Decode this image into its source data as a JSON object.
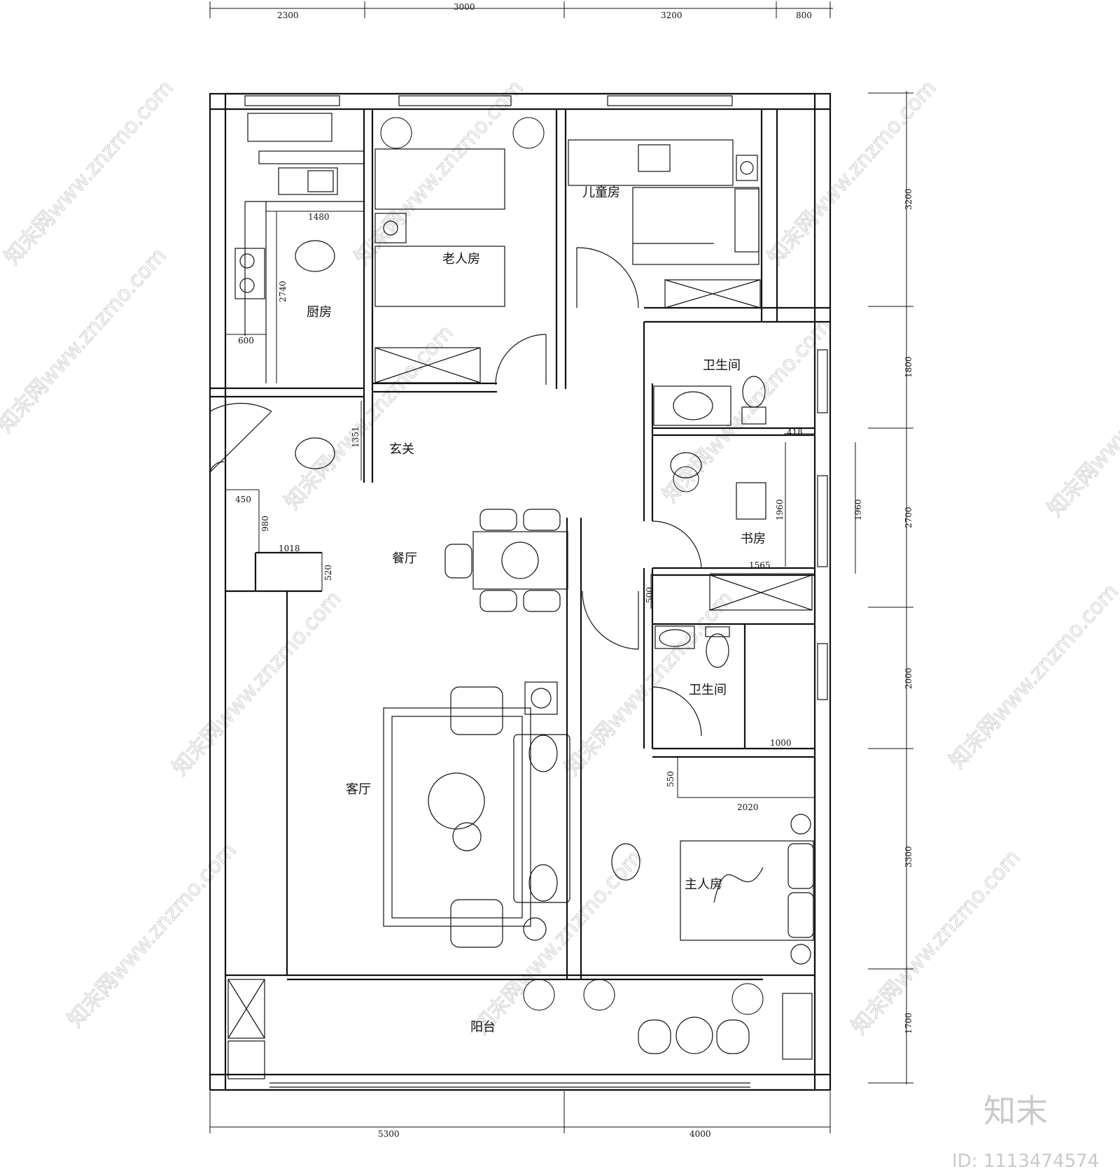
{
  "rooms": {
    "kitchen": "厨房",
    "elder_room": "老人房",
    "kids_room": "儿童房",
    "bathroom_top": "卫生间",
    "entry": "玄关",
    "study": "书房",
    "dining": "餐厅",
    "bathroom_mid": "卫生间",
    "living": "客厅",
    "master": "主人房",
    "balcony": "阳台"
  },
  "dimensions": {
    "top": [
      "2300",
      "3000",
      "3200",
      "800"
    ],
    "bottom": [
      "5300",
      "4000"
    ],
    "right": [
      "3200",
      "1800",
      "2700",
      "2000",
      "3300",
      "1700"
    ],
    "inner": {
      "kitchen_w": "1480",
      "kitchen_h": "2740",
      "kitchen_600": "600",
      "entry_1351": "1351",
      "entry_450": "450",
      "entry_980": "980",
      "entry_1018": "1018",
      "entry_520": "520",
      "study_418": "418",
      "study_1960a": "1960",
      "study_1960b": "1960",
      "study_1565": "1565",
      "bath_500": "500",
      "bath_1000": "1000",
      "master_550": "550",
      "master_2020": "2020"
    }
  },
  "watermark": {
    "text": "知末网www.znzmo.com",
    "brand": "知末",
    "id": "ID: 1113474574"
  }
}
